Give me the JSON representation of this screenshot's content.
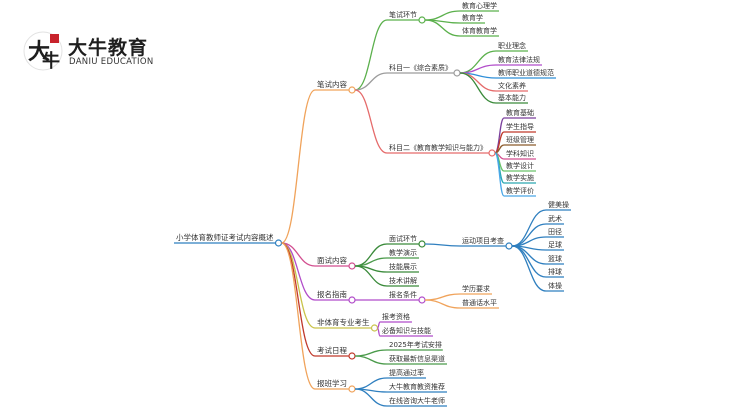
{
  "brand": {
    "name_cn": "大牛教育",
    "name_en": "DANIU EDUCATION",
    "accent_color": "#c8232c"
  },
  "mindmap": {
    "root": "小学体育教师证考试内容概述",
    "branches": [
      {
        "label": "笔试内容",
        "color": "#f0a35b",
        "children": [
          {
            "label": "笔试环节",
            "color": "#5bb04c",
            "children": [
              {
                "label": "教育心理学",
                "color": "#5bb04c"
              },
              {
                "label": "教育学",
                "color": "#5bb04c"
              },
              {
                "label": "体育教育学",
                "color": "#5bb04c"
              }
            ]
          },
          {
            "label": "科目一《综合素质》",
            "color": "#9c9c9c",
            "children": [
              {
                "label": "职业理念",
                "color": "#5bb04c"
              },
              {
                "label": "教育法律法规",
                "color": "#b14cc9"
              },
              {
                "label": "教师职业道德规范",
                "color": "#2f8fd8"
              },
              {
                "label": "文化素养",
                "color": "#e56b6b"
              },
              {
                "label": "基本能力",
                "color": "#3a8a3a"
              }
            ]
          },
          {
            "label": "科目二《教育教学知识与能力》",
            "color": "#e56b6b",
            "children": [
              {
                "label": "教育基础",
                "color": "#7a3f9c"
              },
              {
                "label": "学生指导",
                "color": "#c0392b"
              },
              {
                "label": "班级管理",
                "color": "#8b5a2b"
              },
              {
                "label": "学科知识",
                "color": "#d24e8f"
              },
              {
                "label": "教学设计",
                "color": "#6ac26a"
              },
              {
                "label": "教学实施",
                "color": "#2aa8b0"
              },
              {
                "label": "教学评价",
                "color": "#4aa8e8"
              }
            ]
          }
        ]
      },
      {
        "label": "面试内容",
        "color": "#d24e8f",
        "children": [
          {
            "label": "面试环节",
            "color": "#3a8a3a",
            "children": [
              {
                "label": "运动项目考查",
                "color": "#2f7fbf",
                "children": [
                  {
                    "label": "健美操",
                    "color": "#2f7fbf"
                  },
                  {
                    "label": "武术",
                    "color": "#2f7fbf"
                  },
                  {
                    "label": "田径",
                    "color": "#2f7fbf"
                  },
                  {
                    "label": "足球",
                    "color": "#2f7fbf"
                  },
                  {
                    "label": "篮球",
                    "color": "#2f7fbf"
                  },
                  {
                    "label": "排球",
                    "color": "#2f7fbf"
                  },
                  {
                    "label": "体操",
                    "color": "#2f7fbf"
                  }
                ]
              }
            ]
          },
          {
            "label": "教学演示",
            "color": "#4a9a4a"
          },
          {
            "label": "技能展示",
            "color": "#3a8a3a"
          },
          {
            "label": "技术讲解",
            "color": "#3a8a3a"
          }
        ]
      },
      {
        "label": "报名指南",
        "color": "#b14cc9",
        "children": [
          {
            "label": "报名条件",
            "color": "#b14cc9",
            "children": [
              {
                "label": "学历要求",
                "color": "#f0a35b"
              },
              {
                "label": "普通话水平",
                "color": "#f0a35b"
              }
            ]
          }
        ]
      },
      {
        "label": "非体育专业考生",
        "color": "#c9c34a",
        "children": [
          {
            "label": "报考资格",
            "color": "#b14cc9"
          },
          {
            "label": "必备知识与技能",
            "color": "#b14cc9"
          }
        ]
      },
      {
        "label": "考试日程",
        "color": "#c0392b",
        "children": [
          {
            "label": "2025年考试安排",
            "color": "#4a9a4a"
          },
          {
            "label": "获取最新信息渠道",
            "color": "#4a9a4a"
          }
        ]
      },
      {
        "label": "报班学习",
        "color": "#f0a35b",
        "children": [
          {
            "label": "提高通过率",
            "color": "#2f7fbf"
          },
          {
            "label": "大牛教育教资推荐",
            "color": "#2f7fbf"
          },
          {
            "label": "在线咨询大牛老师",
            "color": "#2f7fbf"
          }
        ]
      }
    ]
  }
}
